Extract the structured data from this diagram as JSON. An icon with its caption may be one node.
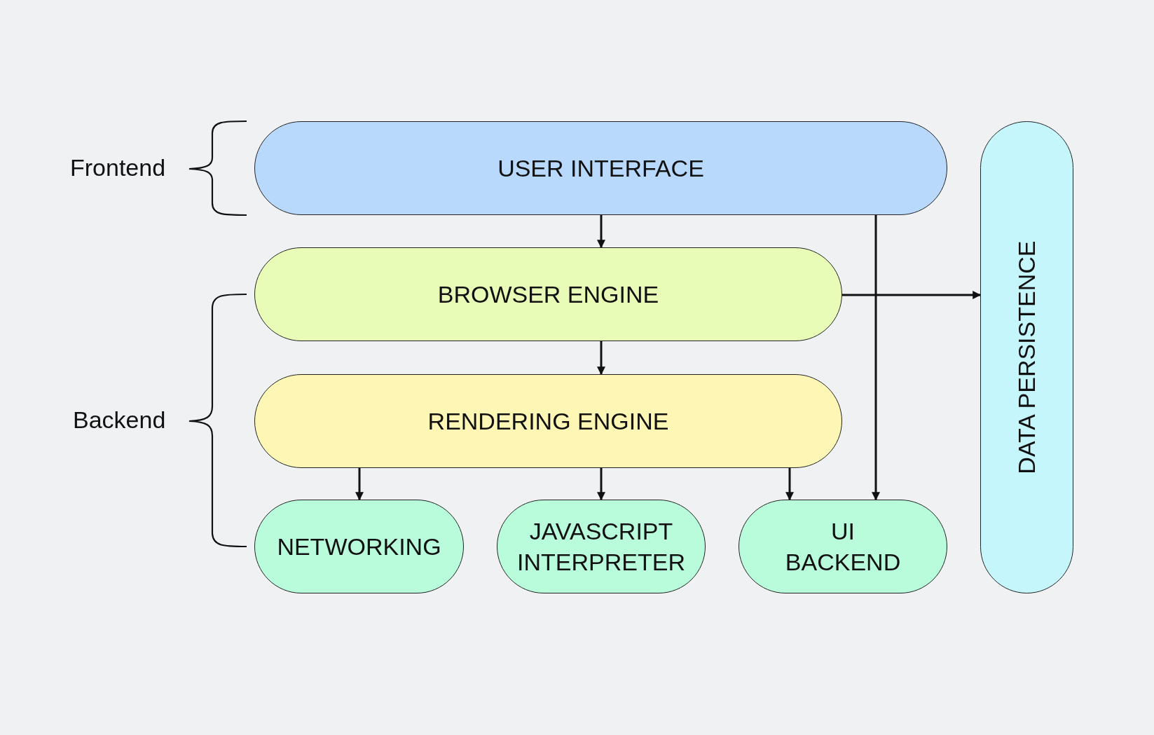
{
  "diagram": {
    "nodes": [
      {
        "text": [
          "USER INTERFACE"
        ]
      },
      {
        "text": [
          "BROWSER ENGINE"
        ]
      },
      {
        "text": [
          "RENDERING ENGINE"
        ]
      },
      {
        "text": [
          "NETWORKING"
        ]
      },
      {
        "text": [
          "JAVASCRIPT INTERPRETER"
        ]
      },
      {
        "text": [
          "UI BACKEND"
        ]
      },
      {
        "text": [
          "DATA PERSISTENCE"
        ]
      }
    ],
    "edges": [
      {
        "from": 0,
        "to": 1,
        "arrow": "to"
      },
      {
        "from": 1,
        "to": 2,
        "arrow": "to"
      },
      {
        "from": 2,
        "to": 3,
        "arrow": "to"
      },
      {
        "from": 2,
        "to": 4,
        "arrow": "to"
      },
      {
        "from": 2,
        "to": 5,
        "arrow": "to"
      },
      {
        "from": 0,
        "to": 5,
        "arrow": "to"
      },
      {
        "from": 1,
        "to": 6,
        "arrow": "to"
      }
    ],
    "labels": [
      "Frontend",
      "Backend"
    ]
  }
}
